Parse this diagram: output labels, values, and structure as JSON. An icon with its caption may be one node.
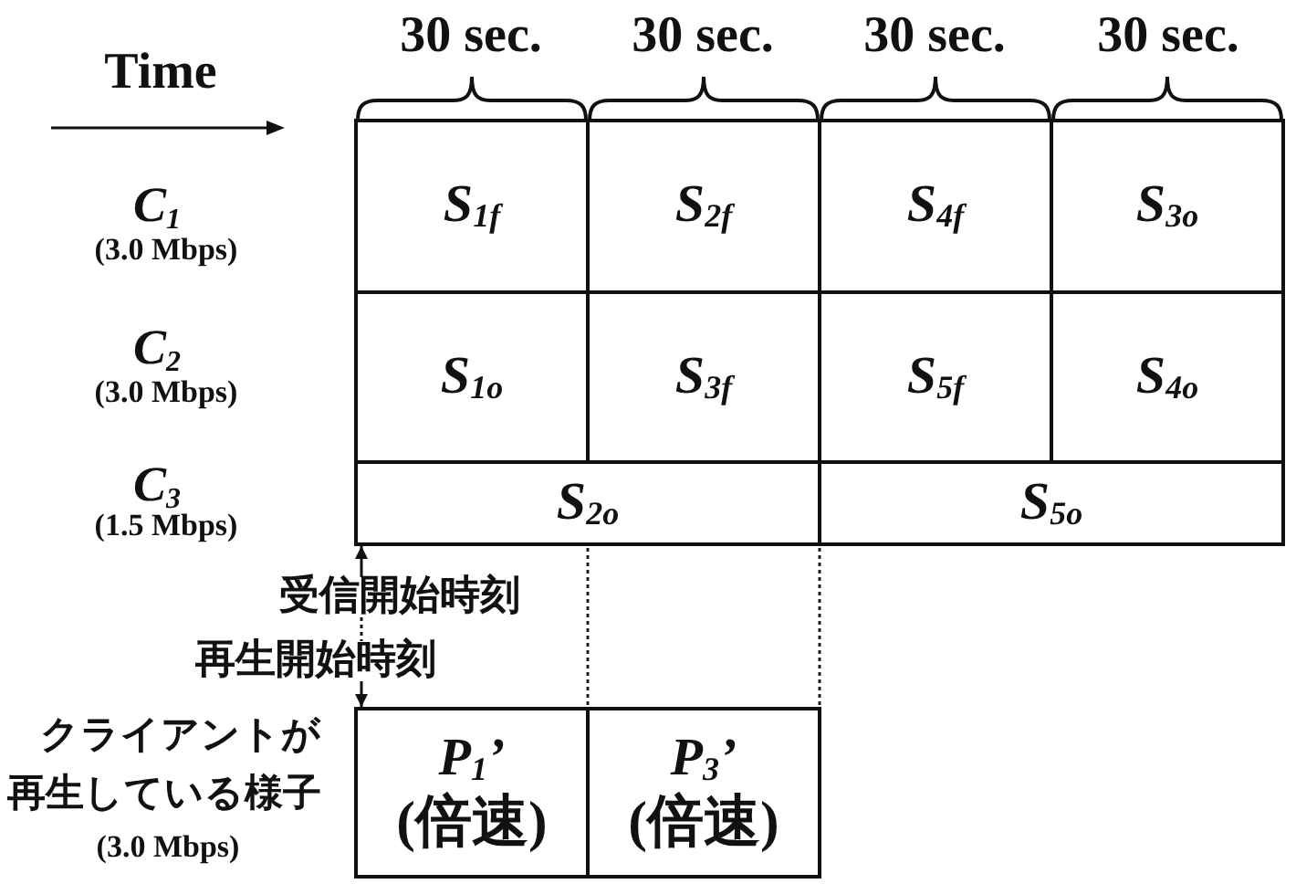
{
  "diagram": {
    "nodes": [
      {
        "text": [
          "S$_{1f}$"
        ]
      },
      {
        "text": [
          "S$_{2f}$"
        ]
      },
      {
        "text": [
          "S$_{4f}$"
        ]
      },
      {
        "text": [
          "S$_{3o}$"
        ]
      },
      {
        "text": [
          "S$_{1o}$"
        ]
      },
      {
        "text": [
          "S$_{3f}$"
        ]
      },
      {
        "text": [
          "S$_{5f}$"
        ]
      },
      {
        "text": [
          "S$_{4o}$"
        ]
      },
      {
        "text": [
          "S$_{2o}$"
        ]
      },
      {
        "text": [
          "S$_{5o}$"
        ]
      },
      {
        "text": [
          "受信開始時刻"
        ]
      },
      {
        "text": [
          "再生開始時刻"
        ]
      },
      {
        "text": [
          "P$_{1}$’",
          "(倍速)"
        ]
      },
      {
        "text": [
          "P$_{3}$’",
          "(倍速)"
        ]
      }
    ],
    "edges": [
      {
        "from": 10,
        "to": 8,
        "arrow": "to"
      },
      {
        "from": 10,
        "to": 11,
        "arrow": "none",
        "style": "dashed"
      },
      {
        "from": 11,
        "to": 12,
        "arrow": "to"
      }
    ],
    "labels": [
      "30 sec.",
      "30 sec.",
      "30 sec.",
      "30 sec.",
      "Time",
      "C$_{1}$",
      "(3.0 Mbps)",
      "C$_{2}$",
      "(3.0 Mbps)",
      "C$_{3}$",
      "(1.5 Mbps)",
      "クライアントが再生している様子",
      "(3.0 Mbps)"
    ]
  }
}
